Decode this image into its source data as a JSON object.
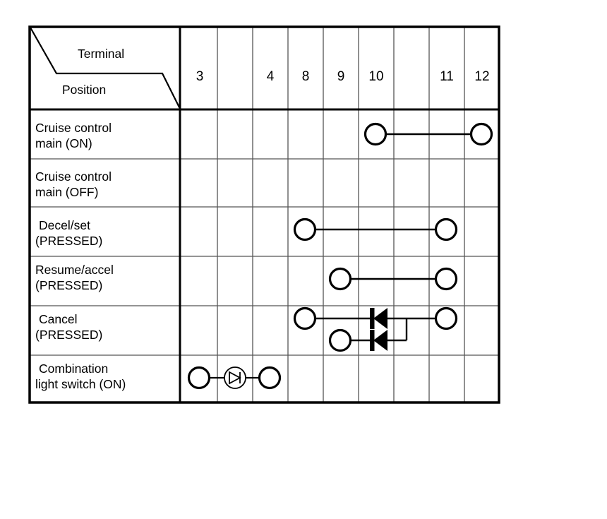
{
  "table": {
    "header": {
      "terminal_label": "Terminal",
      "position_label": "Position",
      "columns": [
        {
          "id": "c3",
          "label": "3"
        },
        {
          "id": "cb1",
          "label": ""
        },
        {
          "id": "c4",
          "label": "4"
        },
        {
          "id": "c8",
          "label": "8"
        },
        {
          "id": "c9",
          "label": "9"
        },
        {
          "id": "c10",
          "label": "10"
        },
        {
          "id": "cb2",
          "label": ""
        },
        {
          "id": "c11",
          "label": "11"
        },
        {
          "id": "c12",
          "label": "12"
        }
      ]
    },
    "rows": [
      {
        "id": "cruise-main-on",
        "label_line1": "Cruise control",
        "label_line2": "main (ON)",
        "indent": false,
        "connections": "10-12"
      },
      {
        "id": "cruise-main-off",
        "label_line1": "Cruise control",
        "label_line2": "main (OFF)",
        "indent": false,
        "connections": ""
      },
      {
        "id": "decel-set-pressed",
        "label_line1": "Decel/set",
        "label_line2": "(PRESSED)",
        "indent": true,
        "connections": "8-11"
      },
      {
        "id": "resume-accel-pressed",
        "label_line1": "Resume/accel",
        "label_line2": "(PRESSED)",
        "indent": false,
        "connections": "9-11"
      },
      {
        "id": "cancel-pressed",
        "label_line1": "Cancel",
        "label_line2": "(PRESSED)",
        "indent": true,
        "connections": "8-11 (diode), 9-11 (diode)"
      },
      {
        "id": "combination-light-switch-on",
        "label_line1": "Combination",
        "label_line2": "light switch (ON)",
        "indent": true,
        "connections": "3-4 (lamp)"
      }
    ],
    "colors": {
      "border": "#000000",
      "grid": "#555555",
      "symbol": "#000000",
      "background": "#ffffff"
    }
  }
}
